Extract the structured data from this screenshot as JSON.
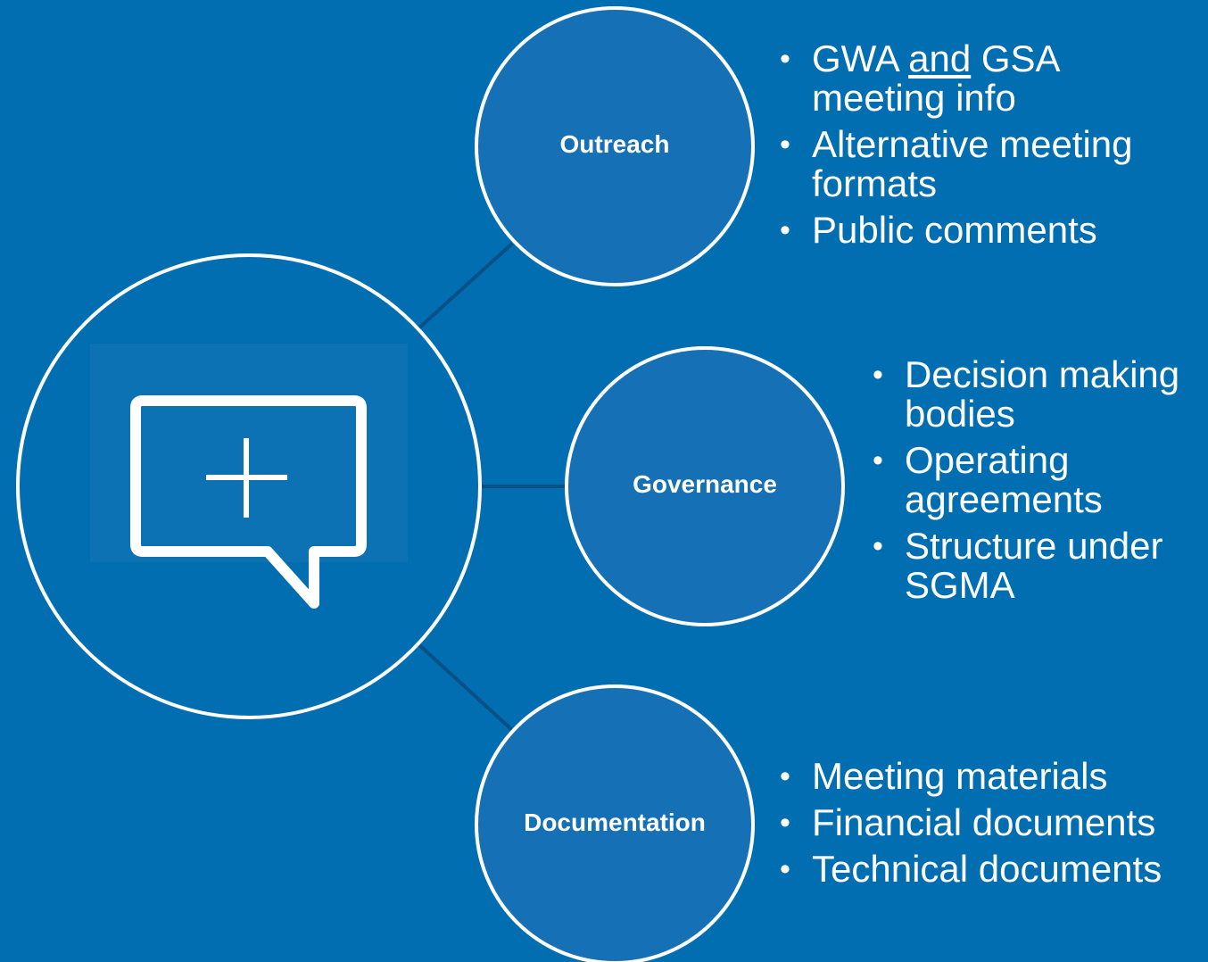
{
  "colors": {
    "background": "#006eb1",
    "node_fill": "#1570b5",
    "stroke": "#ffffff",
    "connector": "#0b4f87"
  },
  "hub": {
    "icon": "chat-bubble-plus-icon"
  },
  "nodes": [
    {
      "label": "Outreach",
      "bullets": [
        [
          "GWA ",
          "and",
          " GSA meeting info"
        ],
        "Alternative meeting formats",
        "Public comments"
      ]
    },
    {
      "label": "Governance",
      "bullets": [
        "Decision making bodies",
        "Operating agreements",
        "Structure under SGMA"
      ]
    },
    {
      "label": "Documentation",
      "bullets": [
        "Meeting materials",
        "Financial documents",
        "Technical documents"
      ]
    }
  ]
}
